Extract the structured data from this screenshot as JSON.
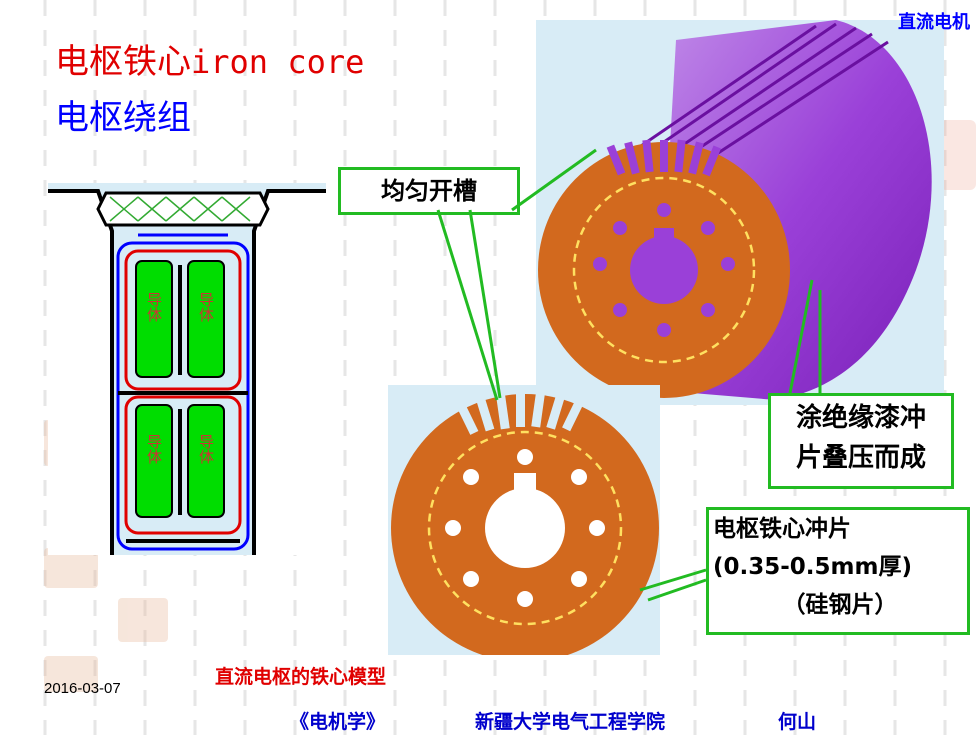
{
  "header": {
    "course_tag": "直流电机"
  },
  "titles": {
    "line1_cn": "电枢铁心",
    "line1_en": "iron core",
    "line2": "电枢绕组"
  },
  "slot_diagram": {
    "conductor_label": "导体"
  },
  "callouts": {
    "uniform_slots": "均匀开槽",
    "coated_line1": "涂绝缘漆冲",
    "coated_line2": "片叠压而成",
    "punching_line1": "电枢铁心冲片",
    "punching_line2": "(0.35-0.5mm厚)",
    "punching_line3": "（硅钢片）"
  },
  "caption": "直流电枢的铁心模型",
  "footer": {
    "date": "2016-03-07",
    "book": "《电机学》",
    "school": "新疆大学电气工程学院",
    "author": "何山"
  },
  "colors": {
    "title_red": "#e00000",
    "title_blue": "#0000ff",
    "core_orange": "#d2691e",
    "cylinder_purple": "#9933cc",
    "conductor_green": "#00dd00",
    "callout_border": "#22bb22",
    "panel_bg": "#d8ecf6"
  }
}
